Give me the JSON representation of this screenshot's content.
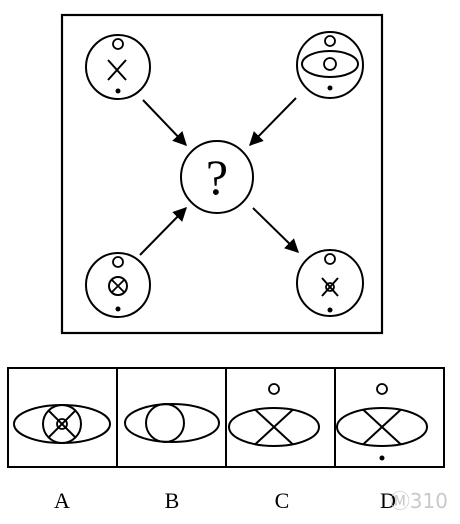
{
  "puzzle": {
    "center_symbol": "?"
  },
  "options": [
    {
      "label": "A"
    },
    {
      "label": "B"
    },
    {
      "label": "C"
    },
    {
      "label": "D"
    }
  ],
  "watermark": "Ⓜ310"
}
